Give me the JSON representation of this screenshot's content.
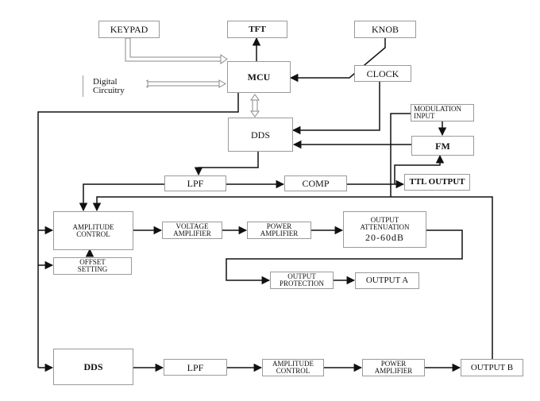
{
  "blocks": {
    "keypad": "KEYPAD",
    "tft": "TFT",
    "knob": "KNOB",
    "digital_circuitry_1": "Digital",
    "digital_circuitry_2": "Circuitry",
    "mcu": "MCU",
    "clock": "CLOCK",
    "modulation_input_1": "MODULATION",
    "modulation_input_2": "INPUT",
    "dds_top": "DDS",
    "fm": "FM",
    "lpf_top": "LPF",
    "comp": "COMP",
    "ttl_output": "TTL OUTPUT",
    "amplitude_control_1": "AMPLITUDE",
    "amplitude_control_2": "CONTROL",
    "voltage_amplifier_1": "VOLTAGE",
    "voltage_amplifier_2": "AMPLIFIER",
    "power_amplifier_1": "POWER",
    "power_amplifier_2": "AMPLIFIER",
    "output_attenuation_1": "OUTPUT",
    "output_attenuation_2": "ATTENUATION",
    "output_attenuation_3": "20-60dB",
    "offset_setting_1": "OFFSET",
    "offset_setting_2": "SETTING",
    "output_protection_1": "OUTPUT",
    "output_protection_2": "PROTECTION",
    "output_a": "OUTPUT A",
    "dds_bottom": "DDS",
    "lpf_bottom": "LPF",
    "amplitude_control_b_1": "AMPLITUDE",
    "amplitude_control_b_2": "CONTROL",
    "power_amplifier_b_1": "POWER",
    "power_amplifier_b_2": "AMPLIFIER",
    "output_b": "OUTPUT B"
  },
  "colors": {
    "line": "#111111",
    "border": "#9a9a9a",
    "hollow": "#8a8a8a"
  }
}
